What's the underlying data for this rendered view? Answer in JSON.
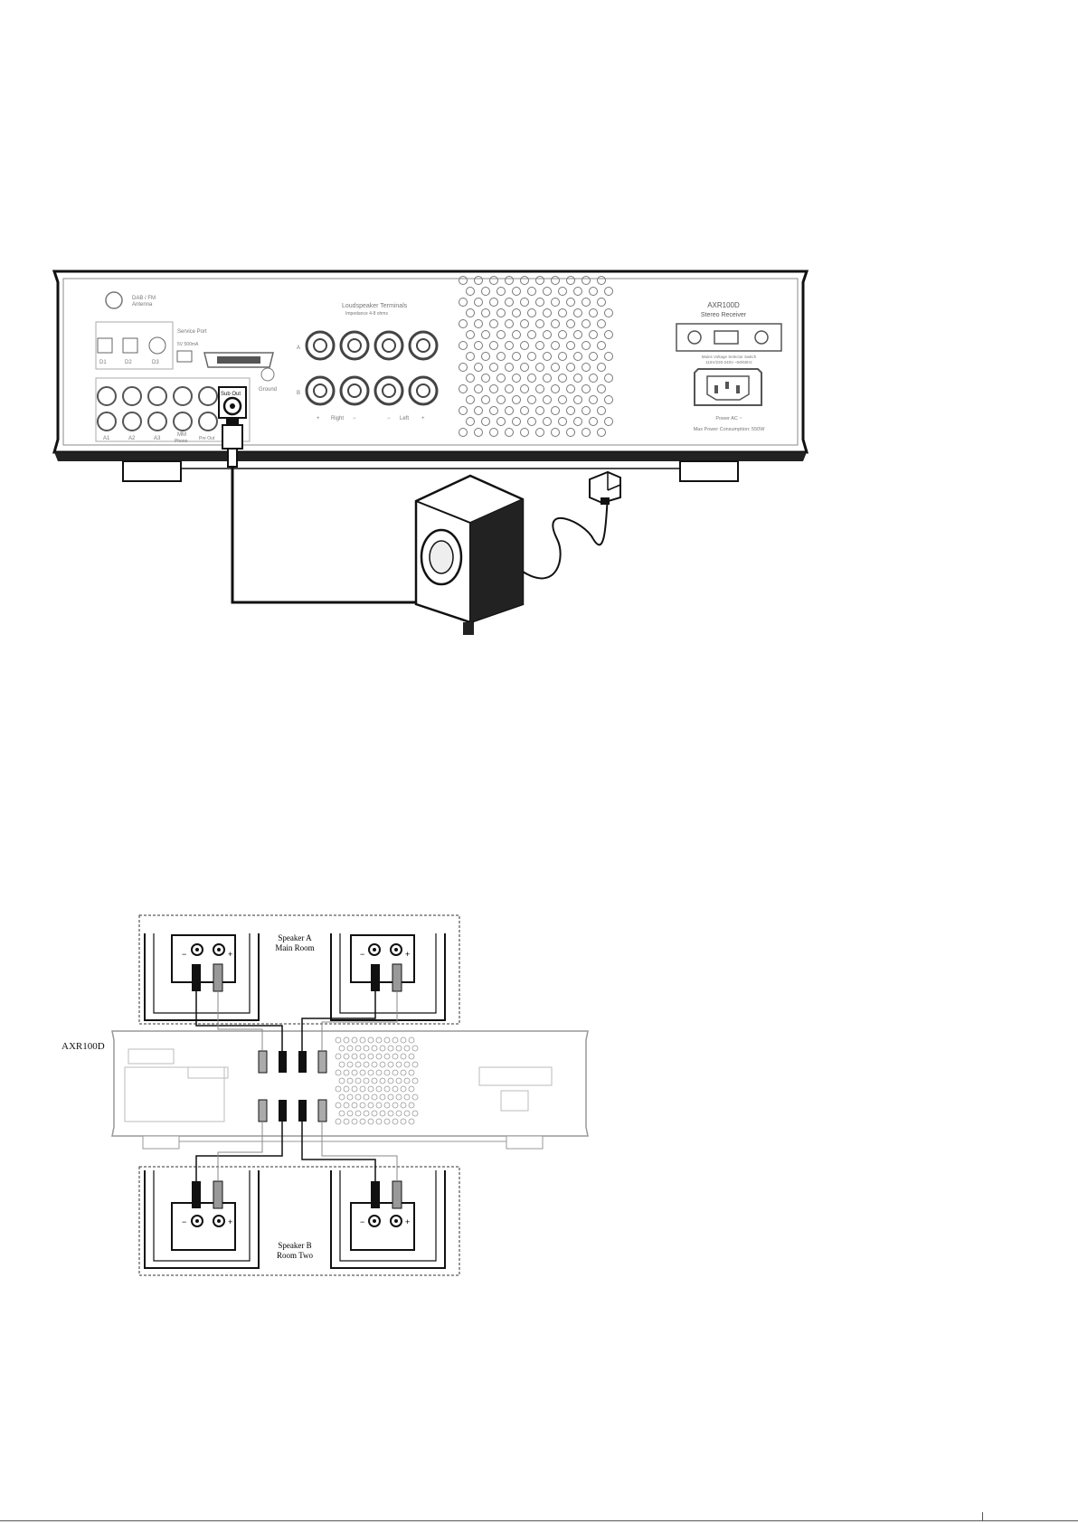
{
  "figure1": {
    "receiver_labels": {
      "dab_fm": "DAB / FM",
      "antenna": "Antenna",
      "service_port": "Service Port",
      "service_port_spec": "5V 500mA",
      "loudspeaker_terminals": "Loudspeaker Terminals",
      "impedance": "Impedance 4-8 ohms",
      "model": "AXR100D",
      "product": "Stereo Receiver",
      "voltage_switch": "Mains Voltage Selector Switch",
      "voltage_spec": "115V/220-240V ~50/60Hz",
      "power_ac": "Power AC ~",
      "max_power": "Max Power Consumption: 550W",
      "sub_out": "Sub Out",
      "ground": "Ground",
      "right": "Right",
      "left": "Left",
      "row_a": "A",
      "row_b": "B",
      "a1": "A1",
      "a2": "A2",
      "a3": "A3",
      "mm": "MM",
      "phono": "Phono",
      "pre_out": "Pre Out",
      "d1": "D1",
      "d2": "D2",
      "d3": "D3",
      "plus": "+",
      "minus": "−"
    },
    "connection": "Sub Out → Subwoofer"
  },
  "figure2": {
    "receiver_name": "AXR100D",
    "speaker_a_title": "Speaker A",
    "speaker_a_room": "Main Room",
    "speaker_b_title": "Speaker B",
    "speaker_b_room": "Room Two",
    "plus": "+",
    "minus": "−"
  }
}
